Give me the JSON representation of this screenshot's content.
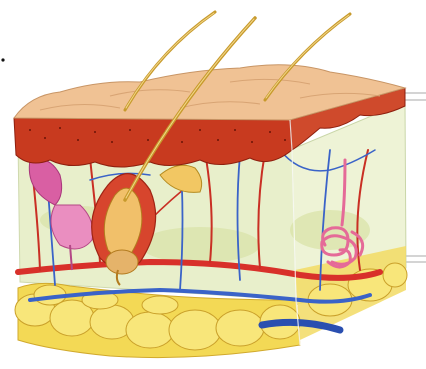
{
  "diagram": {
    "subject": "skin-cross-section",
    "layers": [
      "epidermis",
      "dermis",
      "hypodermis"
    ],
    "structures": [
      "hair-shaft",
      "hair-follicle",
      "sebaceous-gland",
      "sweat-gland",
      "artery",
      "vein",
      "nerve",
      "adipose-tissue"
    ],
    "colors": {
      "epidermis_top": "#f0c294",
      "epidermis_edge": "#c83a1f",
      "dermis": "#e7efc9",
      "fat": "#f4dc5c",
      "artery": "#d8302a",
      "vein": "#3a63c8",
      "gland": "#e985b3",
      "hair": "#c79a2c"
    }
  }
}
